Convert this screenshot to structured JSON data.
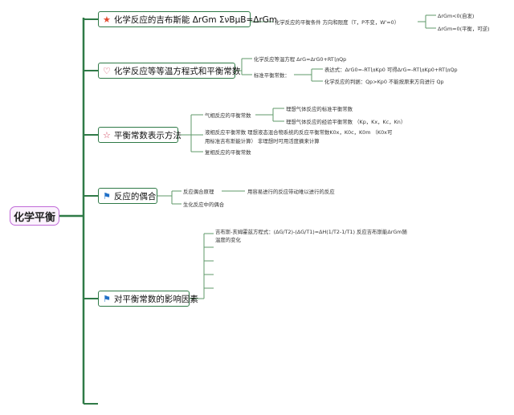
{
  "root": {
    "label": "化学平衡"
  },
  "colors": {
    "branch": "#2f7a47",
    "root_border": "#c06bd8",
    "leaf_line": "#5f9a6a"
  },
  "topics": [
    {
      "id": "t1",
      "icon": "star-icon",
      "glyph": "★",
      "icon_color": "#e24a2e",
      "label": "化学反应的吉布斯能 ΔrGm ΣνBμB=ΔrGm"
    },
    {
      "id": "t2",
      "icon": "heart-icon",
      "glyph": "♡",
      "icon_color": "#d0405a",
      "label": "化学反应等等温方程式和平衡常数"
    },
    {
      "id": "t3",
      "icon": "star-outline-icon",
      "glyph": "☆",
      "icon_color": "#d0405a",
      "label": "平衡常数表示方法"
    },
    {
      "id": "t4",
      "icon": "flag-icon",
      "glyph": "⚑",
      "icon_color": "#1f6fc7",
      "label": "反应的偶合"
    },
    {
      "id": "t5",
      "icon": "flag-icon",
      "glyph": "⚑",
      "icon_color": "#1f6fc7",
      "label": "对平衡常数的影响因素"
    }
  ],
  "t1": {
    "child": "化学反应的平衡条件 方向和限度（T，P不变，W'=0）",
    "subs": [
      "ΔrGm<0(自发)",
      "ΔrGm=0(平衡，可逆)"
    ]
  },
  "t2": {
    "c1": "化学反应等温方程 ΔrG=ΔrG0+RT㏑Qp",
    "c2": "标准平衡常数：",
    "c2a": "表达式：ΔrG0=-RT㏑Kp0 可得ΔrG=-RT㏑Kp0+RT㏑Qp",
    "c2b": "化学反应的判据：Qp>Kp0 不能按原来方向进行 Qp"
  },
  "t3": {
    "c1": "气相反应的平衡常数",
    "c1a": "理想气体反应的标准平衡常数",
    "c1b": "理想气体反应的经验平衡常数 （Kp，Kx，Kc，Kn）",
    "c2a": "液相反应平衡常数 理想液态混合物系统的反应平衡常数K0x，K0c，K0m （K0x可",
    "c2b": "用标准吉布斯能计算） 非理想时可用活度摘来计算",
    "c3": "复相反应的平衡常数"
  },
  "t4": {
    "c1": "反应偶合原理",
    "c1a": "用容易进行的反应带动难以进行的反应",
    "c2": "生化反应中的偶合"
  },
  "t5": {
    "c1a": "吉布斯-亥姆霍兹方程式：(ΔG/T2)-(ΔG/T1)=ΔH(1/T2-1/T1) 反应吉布斯能ΔrGm随",
    "c1b": "温度的变化"
  }
}
